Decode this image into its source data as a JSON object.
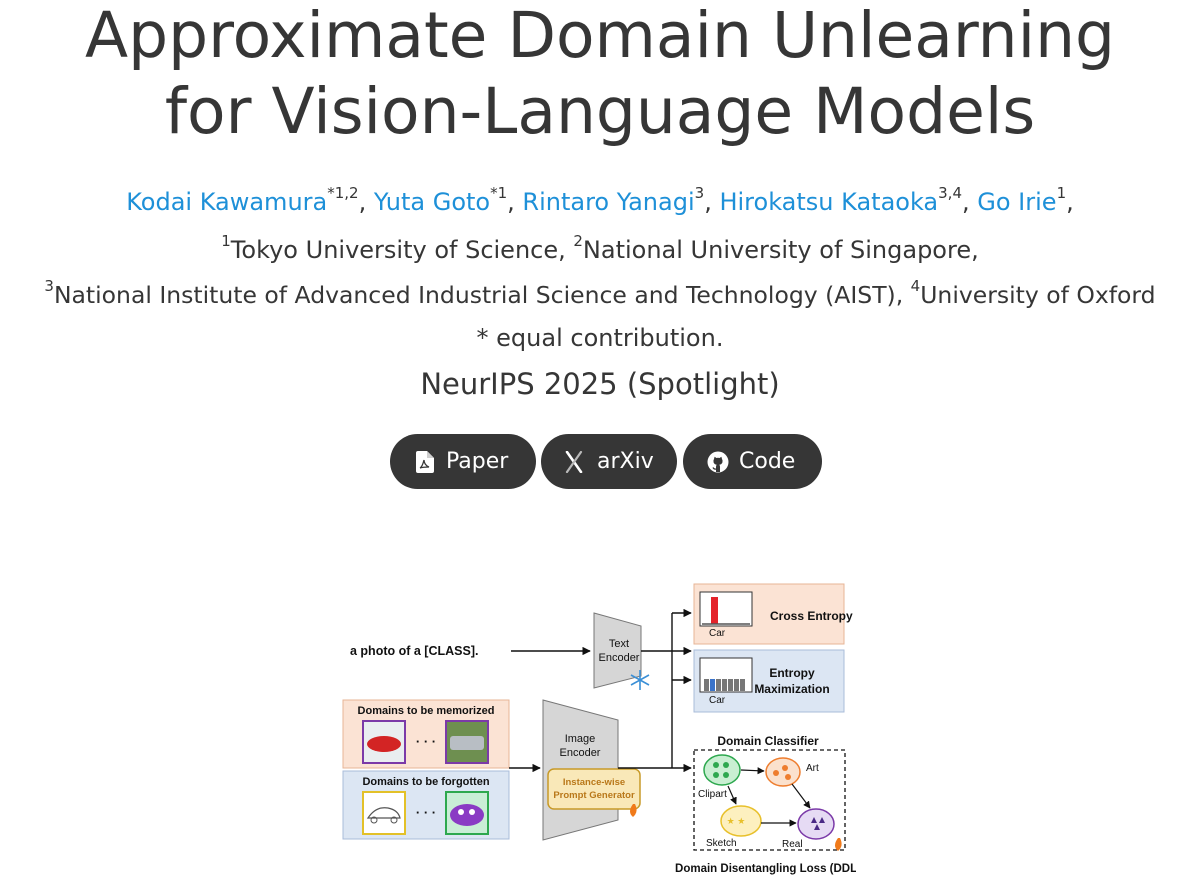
{
  "title": {
    "line1": "Approximate Domain Unlearning",
    "line2": "for Vision-Language Models"
  },
  "authors": [
    {
      "name": "Kodai Kawamura",
      "sup": "*1,2",
      "sep": ", "
    },
    {
      "name": "Yuta Goto",
      "sup": "*1",
      "sep": ", "
    },
    {
      "name": "Rintaro Yanagi",
      "sup": "3",
      "sep": ", "
    },
    {
      "name": "Hirokatsu Kataoka",
      "sup": "3,4",
      "sep": ", "
    },
    {
      "name": "Go Irie",
      "sup": "1",
      "sep": ","
    }
  ],
  "affiliations": {
    "a1_sup": "1",
    "a1": "Tokyo University of Science, ",
    "a2_sup": "2",
    "a2": "National University of Singapore,",
    "a3_sup": "3",
    "a3": "National Institute of Advanced Industrial Science and Technology (AIST), ",
    "a4_sup": "4",
    "a4": "University of Oxford"
  },
  "equal_note": "* equal contribution.",
  "venue": "NeurIPS 2025 (Spotlight)",
  "buttons": [
    {
      "label": "Paper",
      "icon": "pdf-icon"
    },
    {
      "label": "arXiv",
      "icon": "arxiv-icon"
    },
    {
      "label": "Code",
      "icon": "github-icon"
    }
  ],
  "colors": {
    "text": "#363636",
    "link": "#1e90d8",
    "button": "#363636"
  },
  "figure": {
    "prompt": "a photo of a [CLASS].",
    "text_encoder_1": "Text",
    "text_encoder_2": "Encoder",
    "image_encoder_1": "Image",
    "image_encoder_2": "Encoder",
    "ipg_1": "Instance-wise",
    "ipg_2": "Prompt Generator",
    "memorized": "Domains to be memorized",
    "forgotten": "Domains to be forgotten",
    "ellipsis": "· · ·",
    "cross_entropy": "Cross Entropy",
    "entropy_max_1": "Entropy",
    "entropy_max_2": "Maximization",
    "car": "Car",
    "domain_classifier": "Domain Classifier",
    "clipart": "Clipart",
    "art": "Art",
    "sketch": "Sketch",
    "real": "Real",
    "ddl": "Domain Disentangling Loss (DDL)"
  }
}
